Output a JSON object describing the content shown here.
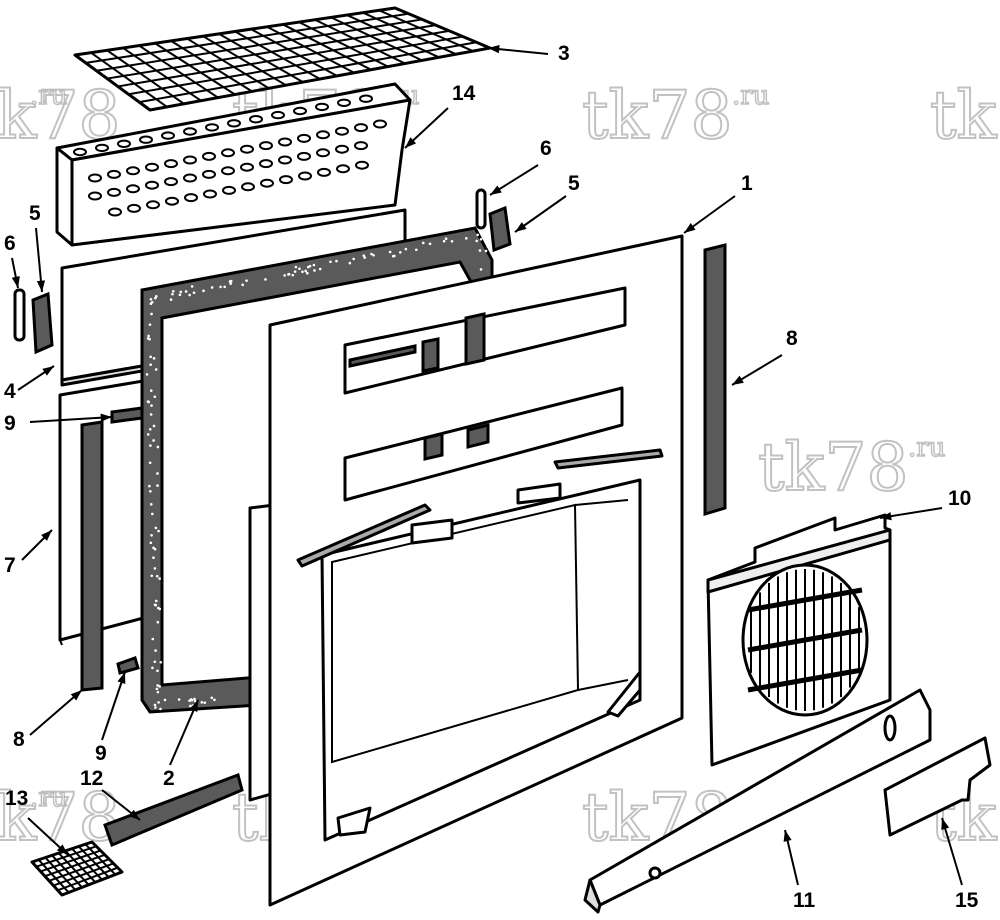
{
  "diagram": {
    "callouts": [
      {
        "id": "c3a",
        "label": "3"
      },
      {
        "id": "c14",
        "label": "14"
      },
      {
        "id": "c6a",
        "label": "6"
      },
      {
        "id": "c5a",
        "label": "5"
      },
      {
        "id": "c1",
        "label": "1"
      },
      {
        "id": "c5b",
        "label": "5"
      },
      {
        "id": "c6b",
        "label": "6"
      },
      {
        "id": "c4",
        "label": "4"
      },
      {
        "id": "c9a",
        "label": "9"
      },
      {
        "id": "c8a",
        "label": "8"
      },
      {
        "id": "c7",
        "label": "7"
      },
      {
        "id": "c10",
        "label": "10"
      },
      {
        "id": "c8b",
        "label": "8"
      },
      {
        "id": "c9b",
        "label": "9"
      },
      {
        "id": "c2",
        "label": "2"
      },
      {
        "id": "c12",
        "label": "12"
      },
      {
        "id": "c13",
        "label": "13"
      },
      {
        "id": "c11",
        "label": "11"
      },
      {
        "id": "c15",
        "label": "15"
      }
    ],
    "watermark": {
      "main": "tk78",
      "sup": ".ru",
      "partial": "tk"
    }
  }
}
